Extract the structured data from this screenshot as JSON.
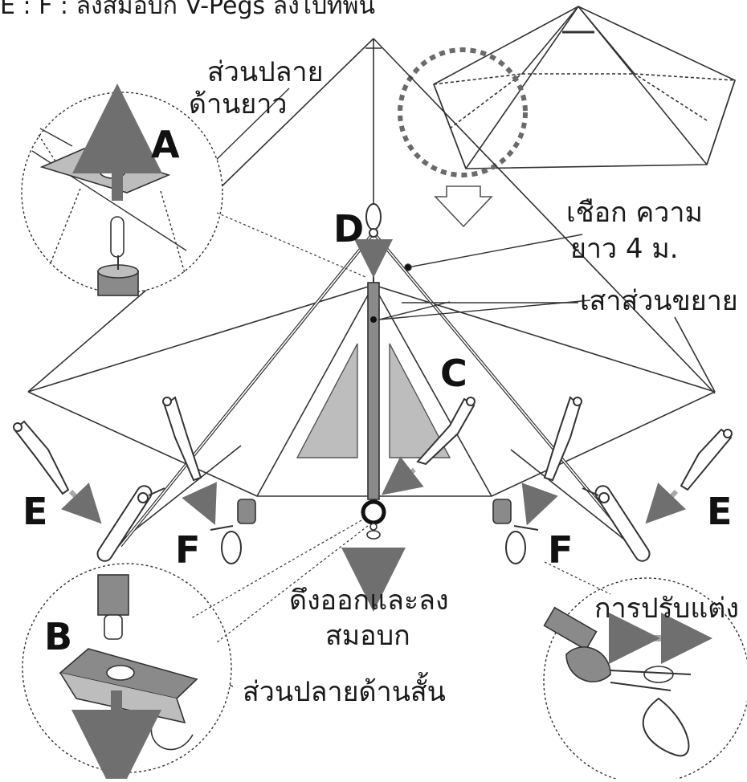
{
  "header": {
    "text": "E : F : ลงสมอบก V-Pegs ลงไปที่พื้น"
  },
  "letters": {
    "a": "A",
    "b": "B",
    "c": "C",
    "d": "D",
    "e_left": "E",
    "e_right": "E",
    "f_left": "F",
    "f_right": "F"
  },
  "labels": {
    "long_end_line1": "ส่วนปลาย",
    "long_end_line2": "ด้านยาว",
    "rope_line1": "เชือก ความ",
    "rope_line2": "ยาว 4 ม.",
    "extension_pole": "เสาส่วนขยาย",
    "pull_out_line1": "ดึงออกและลง",
    "pull_out_line2": "สมอบก",
    "adjust": "การปรับแต่ง",
    "short_end": "ส่วนปลายด้านสั้น"
  },
  "colors": {
    "line": "#333333",
    "panel_gray": "#bdbdbd",
    "arrow_gray": "#6f6f6f",
    "light_arrow": "#a9a9a9",
    "pole_gray": "#8a8a8a"
  }
}
